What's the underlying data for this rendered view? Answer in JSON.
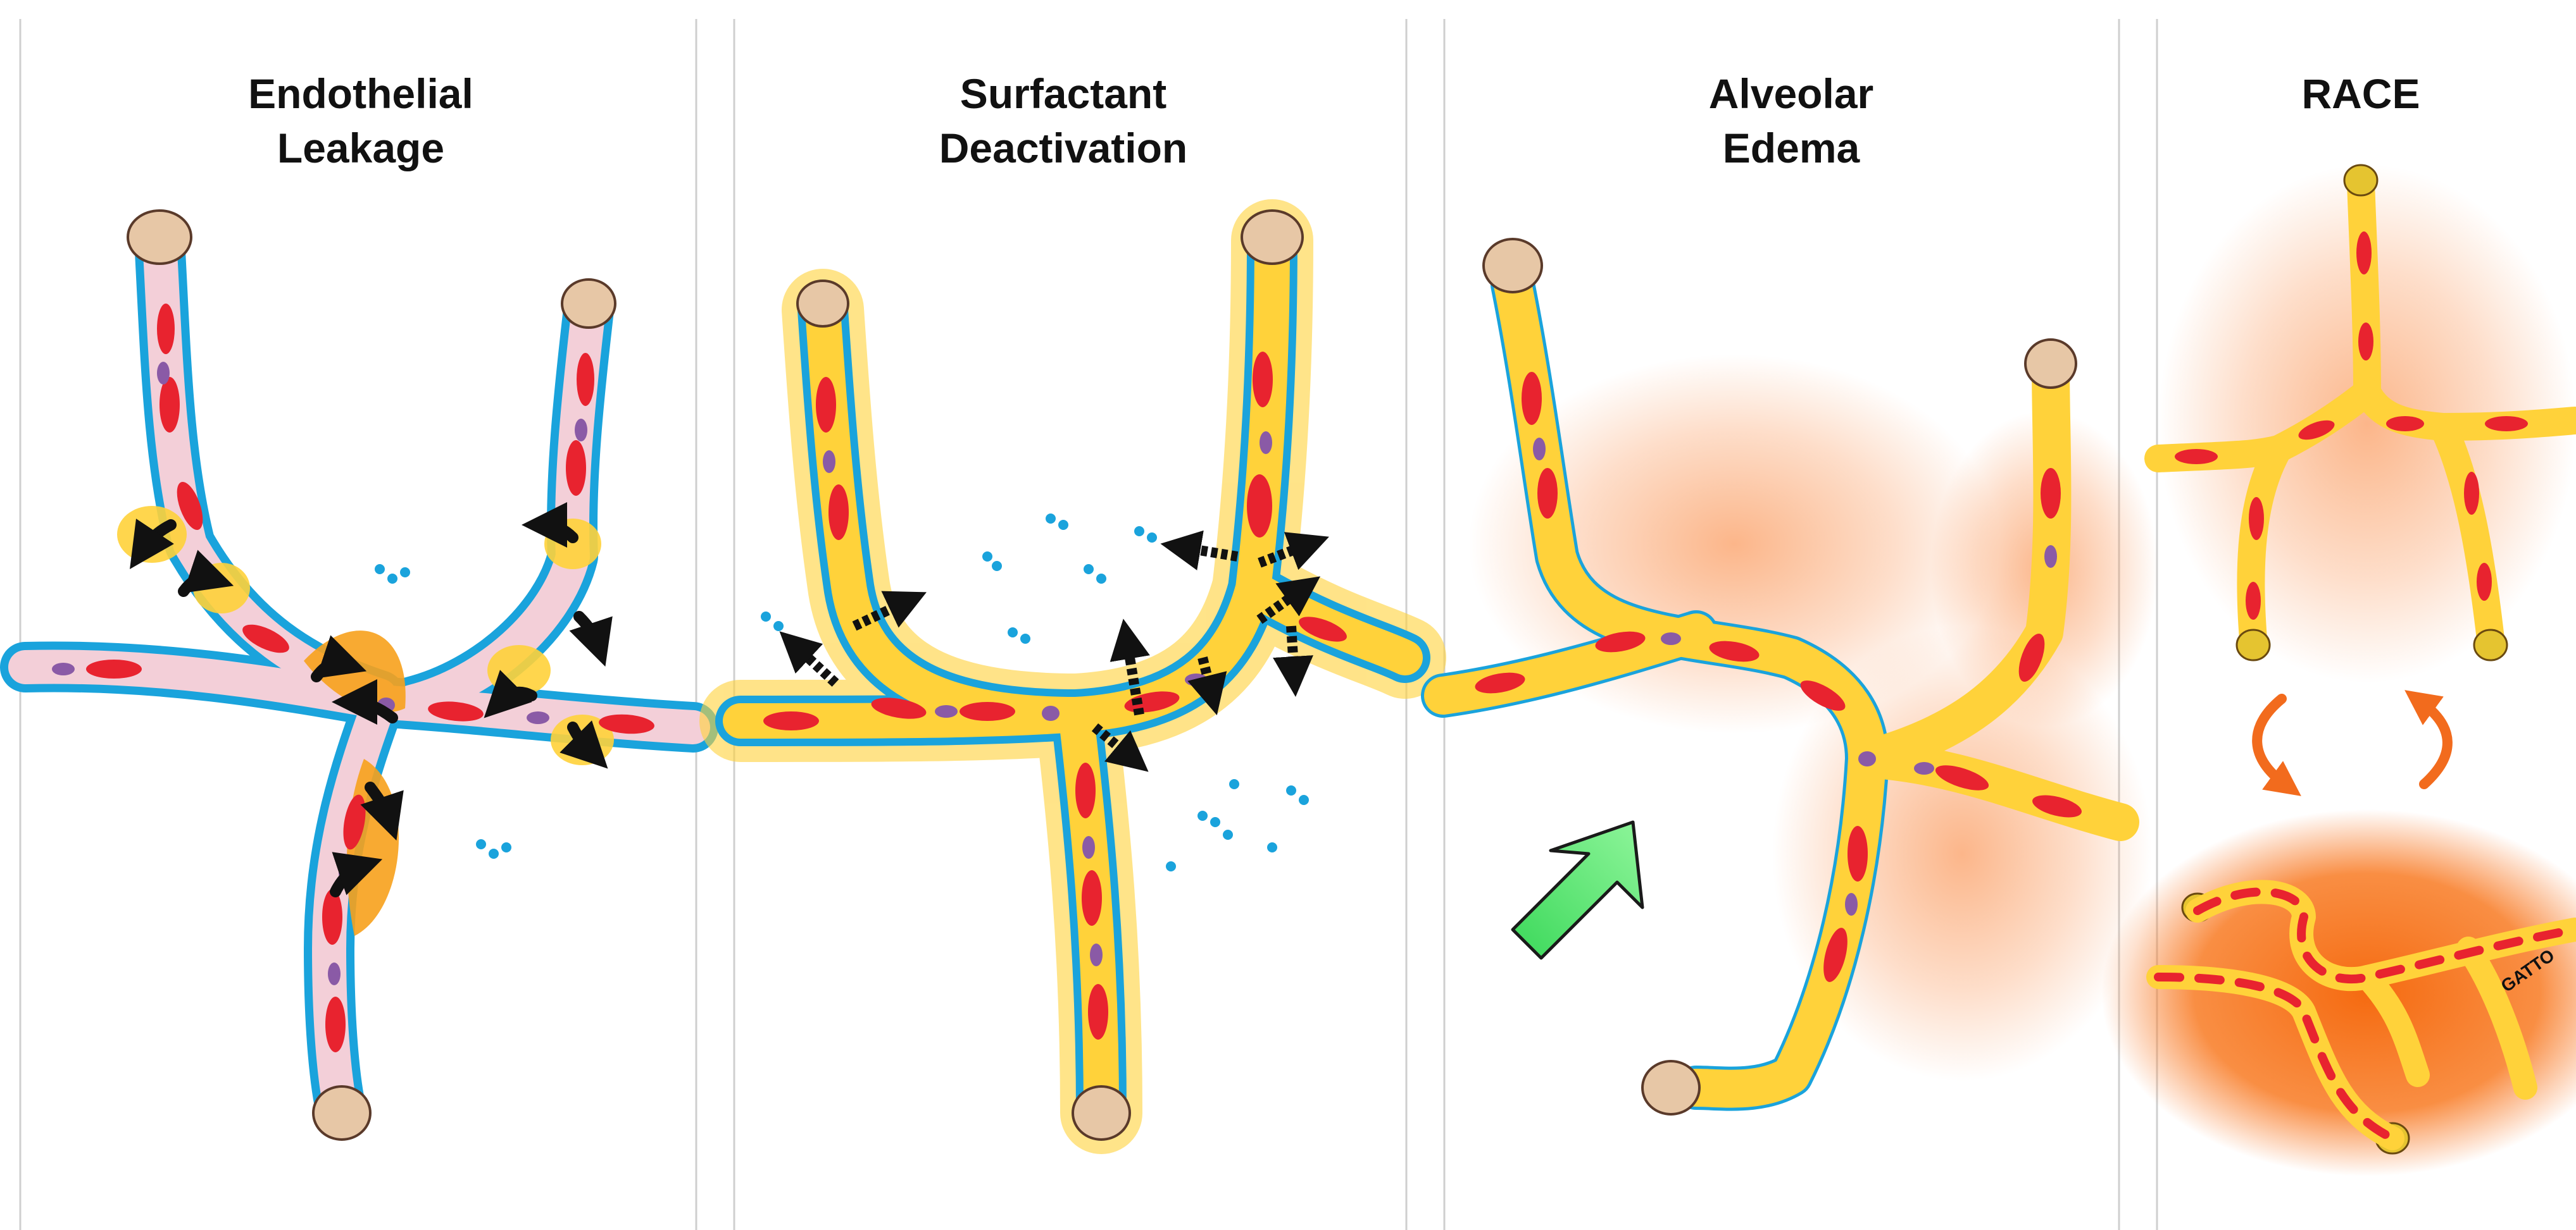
{
  "panels": [
    {
      "title_line1": "Endothelial",
      "title_line2": "Leakage"
    },
    {
      "title_line1": "Surfactant",
      "title_line2": "Deactivation"
    },
    {
      "title_line1": "Alveolar",
      "title_line2": "Edema"
    },
    {
      "title_line1": "RACE",
      "title_line2": ""
    }
  ],
  "signature": "GATTO",
  "colors": {
    "epithelium": "#1aa3dc",
    "capillary": "#f3cfd8",
    "erythrocyte": "#e8232f",
    "leukocyte": "#8a5aa6",
    "edema_fluid": "#ffd23a",
    "edema_cloud": "#f97a2a",
    "arrow_fill": "#56e86e",
    "cycle_arrow": "#f26b1d",
    "macrophage": "#e7c7a6",
    "divider": "#cfcfcf"
  }
}
